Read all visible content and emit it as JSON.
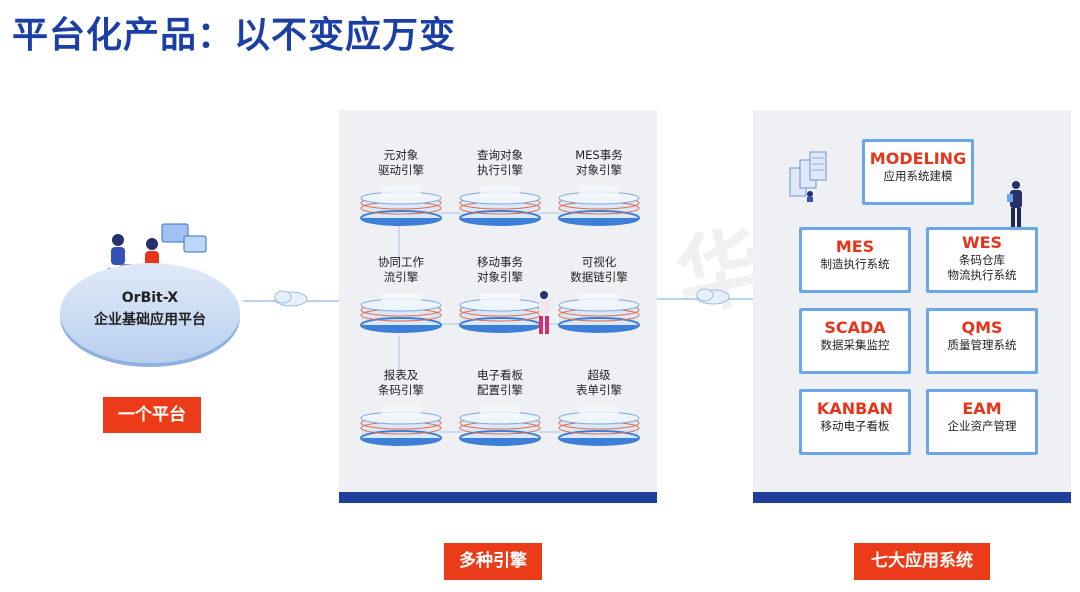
{
  "title": "平台化产品：以不变应万变",
  "watermark": "OrBit 华磊讯为",
  "platform": {
    "line1": "OrBit-X",
    "line2": "企业基础应用平台",
    "badge": "一个平台"
  },
  "engines": {
    "badge": "多种引擎",
    "items": [
      {
        "l1": "元对象",
        "l2": "驱动引擎"
      },
      {
        "l1": "查询对象",
        "l2": "执行引擎"
      },
      {
        "l1": "MES事务",
        "l2": "对象引擎"
      },
      {
        "l1": "协同工作",
        "l2": "流引擎"
      },
      {
        "l1": "移动事务",
        "l2": "对象引擎"
      },
      {
        "l1": "可视化",
        "l2": "数据链引擎"
      },
      {
        "l1": "报表及",
        "l2": "条码引擎"
      },
      {
        "l1": "电子看板",
        "l2": "配置引擎"
      },
      {
        "l1": "超级",
        "l2": "表单引擎"
      }
    ]
  },
  "apps": {
    "badge": "七大应用系统",
    "modeling": {
      "name": "MODELING",
      "desc": "应用系统建模"
    },
    "items": [
      {
        "name": "MES",
        "desc": "制造执行系统"
      },
      {
        "name": "WES",
        "desc": "条码仓库\n物流执行系统"
      },
      {
        "name": "SCADA",
        "desc": "数据采集监控"
      },
      {
        "name": "QMS",
        "desc": "质量管理系统"
      },
      {
        "name": "KANBAN",
        "desc": "移动电子看板"
      },
      {
        "name": "EAM",
        "desc": "企业资产管理"
      }
    ]
  },
  "colors": {
    "title": "#1c3fa6",
    "accent": "#ec3b18",
    "navy": "#1e3f9b",
    "box_border": "#6aa6e9"
  }
}
